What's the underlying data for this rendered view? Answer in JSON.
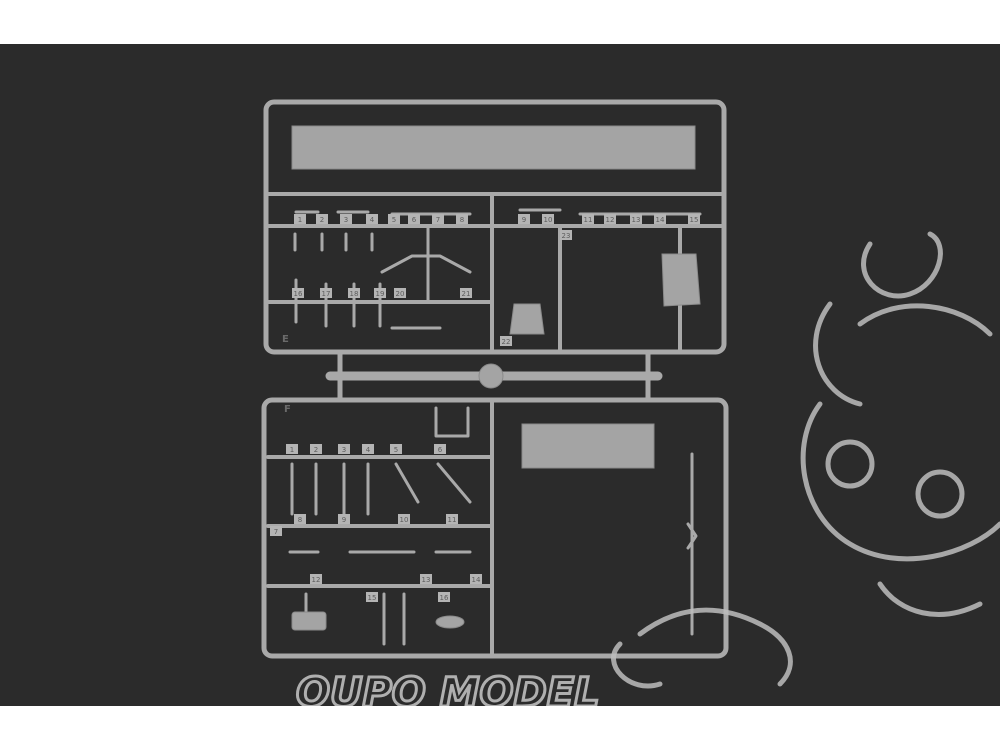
{
  "sprue_e": {
    "letter": "E"
  },
  "sprue_f": {
    "letter": "F"
  },
  "part_numbers_e": [
    "1",
    "2",
    "3",
    "4",
    "5",
    "6",
    "7",
    "8",
    "9",
    "10",
    "11",
    "12",
    "13",
    "14",
    "15",
    "16",
    "17",
    "18",
    "19",
    "20",
    "21",
    "22",
    "23"
  ],
  "part_numbers_f": [
    "1",
    "2",
    "3",
    "4",
    "5",
    "6",
    "7",
    "8",
    "9",
    "10",
    "11",
    "12",
    "13",
    "14",
    "15",
    "16"
  ],
  "watermark": {
    "text": "OUPO MODEL"
  },
  "colors": {
    "background": "#2b2b2b",
    "plastic": "#a9a9a9",
    "watermark": "#c8c8c8"
  }
}
